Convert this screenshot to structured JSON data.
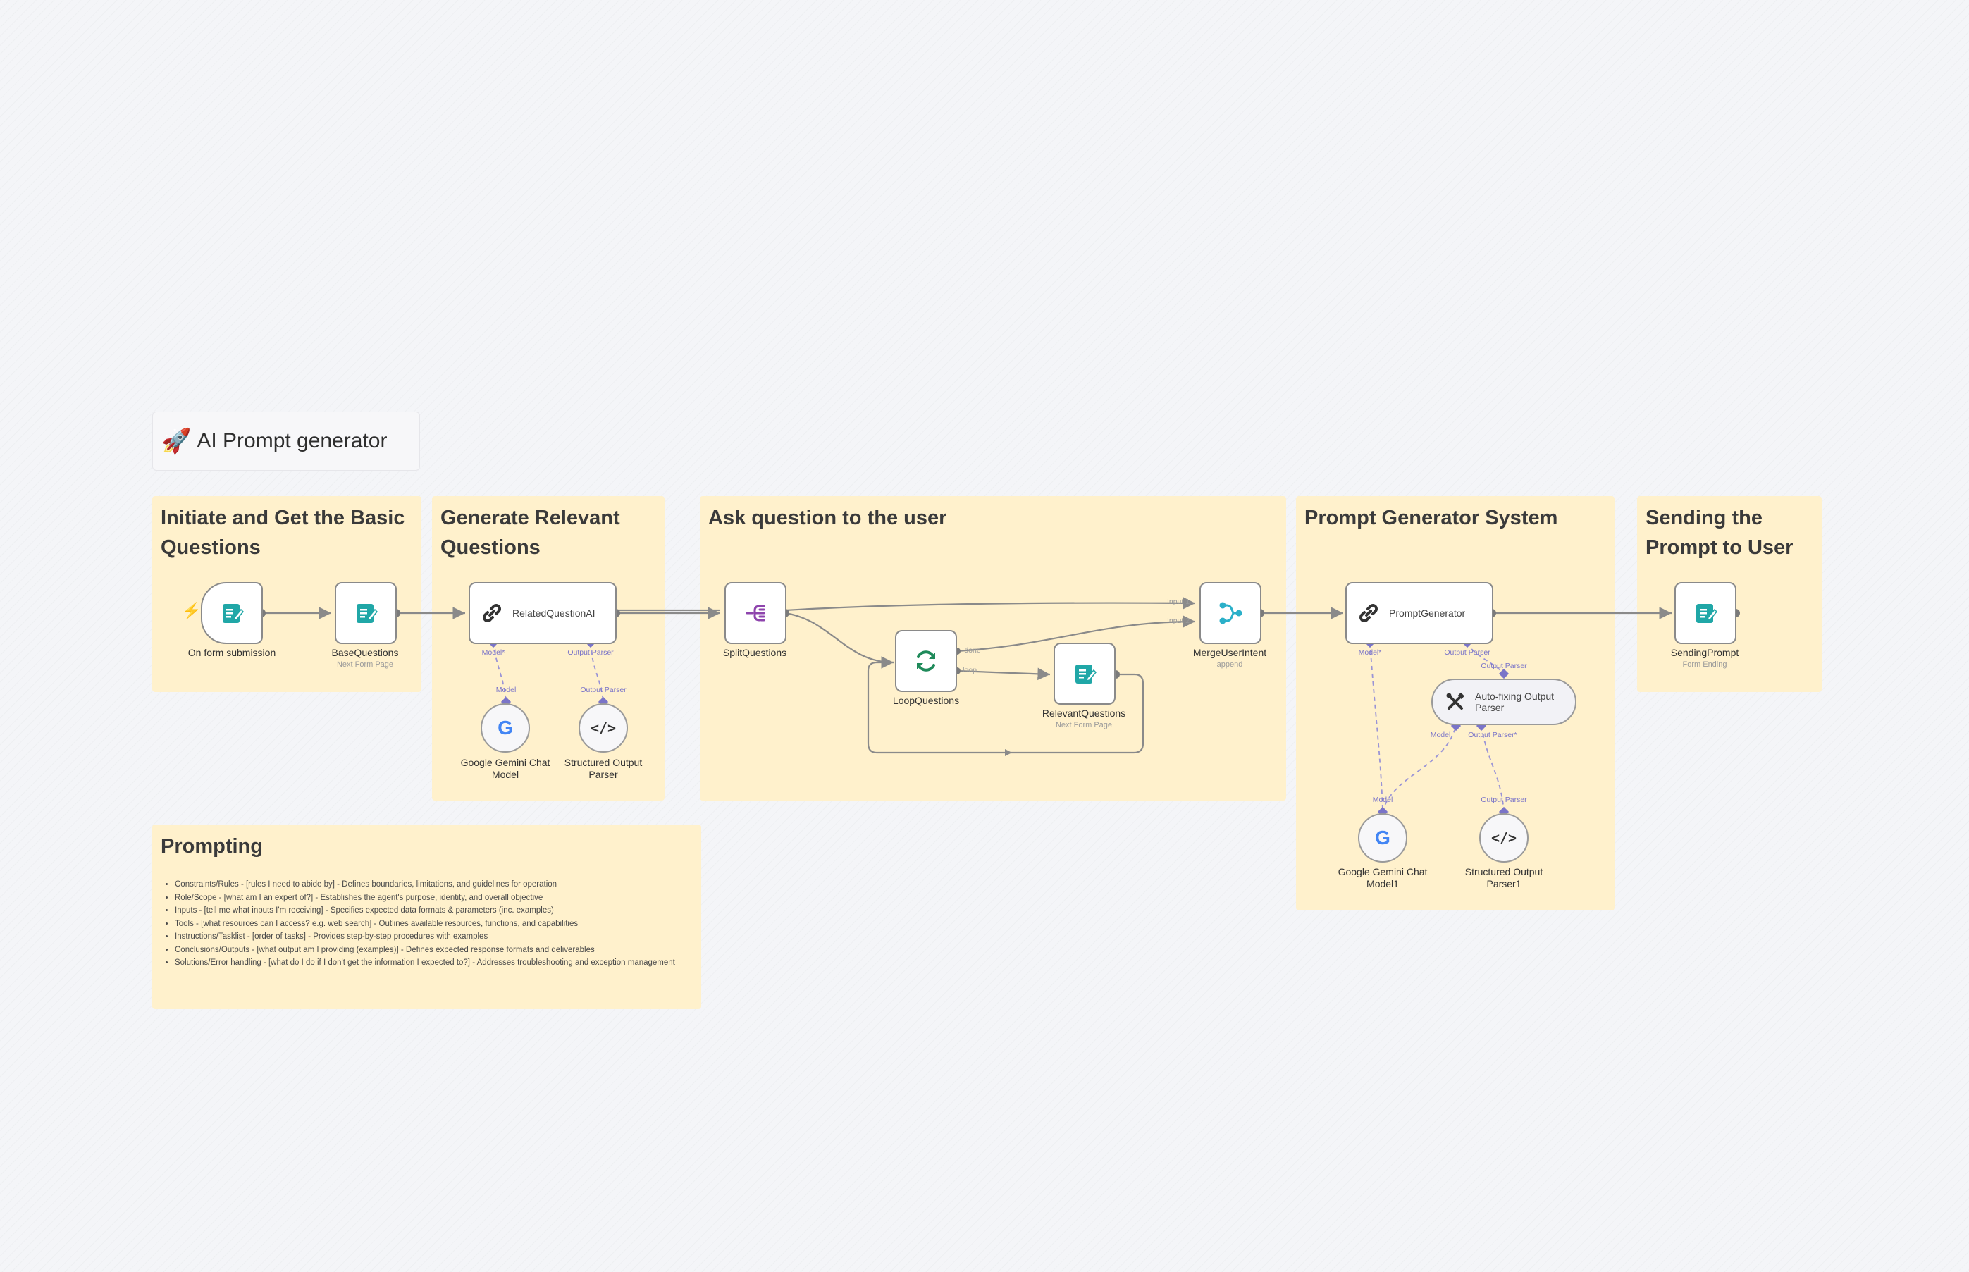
{
  "workflow": {
    "title": "AI Prompt generator",
    "title_icon": "rocket-icon"
  },
  "stickies": {
    "initiate": "Initiate and Get the Basic Questions",
    "generate": "Generate Relevant Questions",
    "ask": "Ask question to the user",
    "system": "Prompt Generator System",
    "sending": "Sending the Prompt to User",
    "prompting": "Prompting"
  },
  "prompting_items": [
    "Constraints/Rules - [rules I need to abide by] - Defines boundaries, limitations, and guidelines for operation",
    "Role/Scope - [what am I an expert of?] - Establishes the agent's purpose, identity, and overall objective",
    "Inputs - [tell me what inputs I'm receiving] - Specifies expected data formats & parameters (inc. examples)",
    "Tools - [what resources can I access? e.g. web search] - Outlines available resources, functions, and capabilities",
    "Instructions/Tasklist - [order of tasks] - Provides step-by-step procedures with examples",
    "Conclusions/Outputs - [what output am I providing (examples)] - Defines expected response formats and deliverables",
    "Solutions/Error handling - [what do I do if I don't get the information I expected to?] - Addresses troubleshooting and exception management"
  ],
  "nodes": {
    "form_submission": {
      "name": "On form submission"
    },
    "base_questions": {
      "name": "BaseQuestions",
      "sub": "Next Form Page"
    },
    "related_ai": {
      "name": "RelatedQuestionAI"
    },
    "gemini_1": {
      "name": "Google Gemini Chat Model"
    },
    "parser_1": {
      "name": "Structured Output Parser"
    },
    "split": {
      "name": "SplitQuestions"
    },
    "loop": {
      "name": "LoopQuestions"
    },
    "relevant": {
      "name": "RelevantQuestions",
      "sub": "Next Form Page"
    },
    "merge": {
      "name": "MergeUserIntent",
      "sub": "append"
    },
    "prompt_gen": {
      "name": "PromptGenerator"
    },
    "autofix": {
      "name": "Auto-fixing Output Parser"
    },
    "gemini_2": {
      "name": "Google Gemini Chat Model1"
    },
    "parser_2": {
      "name": "Structured Output Parser1"
    },
    "sending": {
      "name": "SendingPrompt",
      "sub": "Form Ending"
    }
  },
  "ports": {
    "model_req": "Model*",
    "output_parser": "Output Parser",
    "model": "Model",
    "output_parser_req": "Output Parser*",
    "input1": "Input 1",
    "input2": "Input 2",
    "done": "done",
    "loop": "loop"
  },
  "colors": {
    "sticky": "#fff1cc",
    "teal": "#20a7a7",
    "purple_port": "#7a74c8",
    "connection": "#8a8a8a",
    "trigger": "#f15a4a"
  }
}
